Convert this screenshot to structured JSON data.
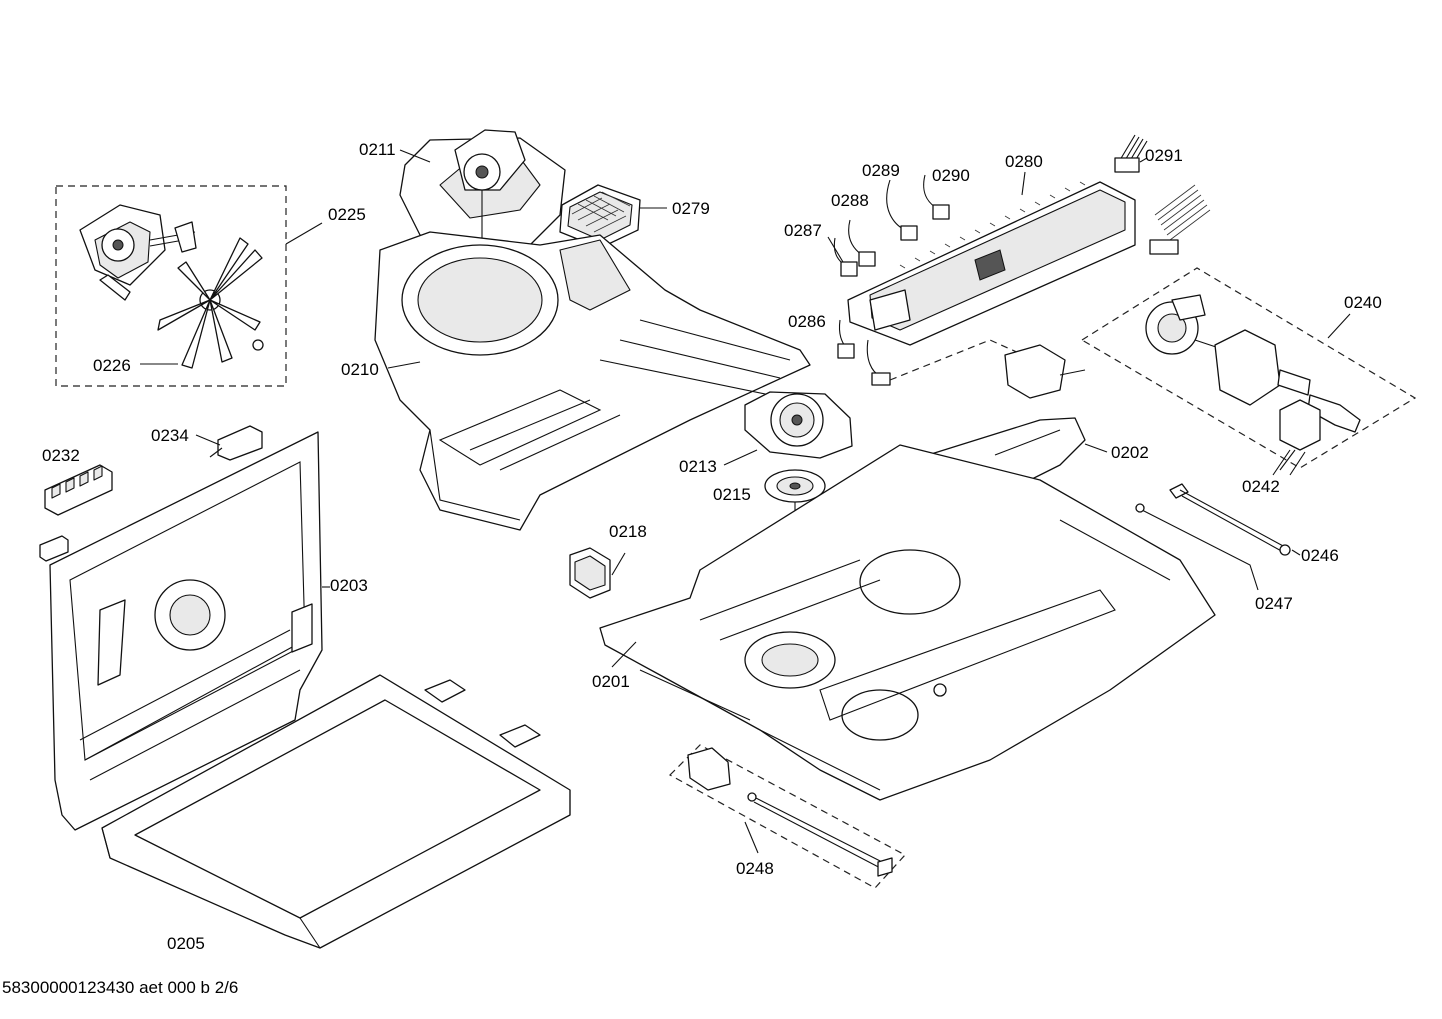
{
  "document_id": "58300000123430 aet 000 b 2/6",
  "part_labels": {
    "p0211": "0211",
    "p0225": "0225",
    "p0226": "0226",
    "p0279": "0279",
    "p0289": "0289",
    "p0290": "0290",
    "p0280": "0280",
    "p0291": "0291",
    "p0288": "0288",
    "p0287": "0287",
    "p0286": "0286",
    "p0210": "0210",
    "p0240": "0240",
    "p0234": "0234",
    "p0232": "0232",
    "p0213": "0213",
    "p0202": "0202",
    "p0215": "0215",
    "p0242": "0242",
    "p0218": "0218",
    "p0246": "0246",
    "p0203": "0203",
    "p0247": "0247",
    "p0201": "0201",
    "p0248": "0248",
    "p0205": "0205"
  }
}
